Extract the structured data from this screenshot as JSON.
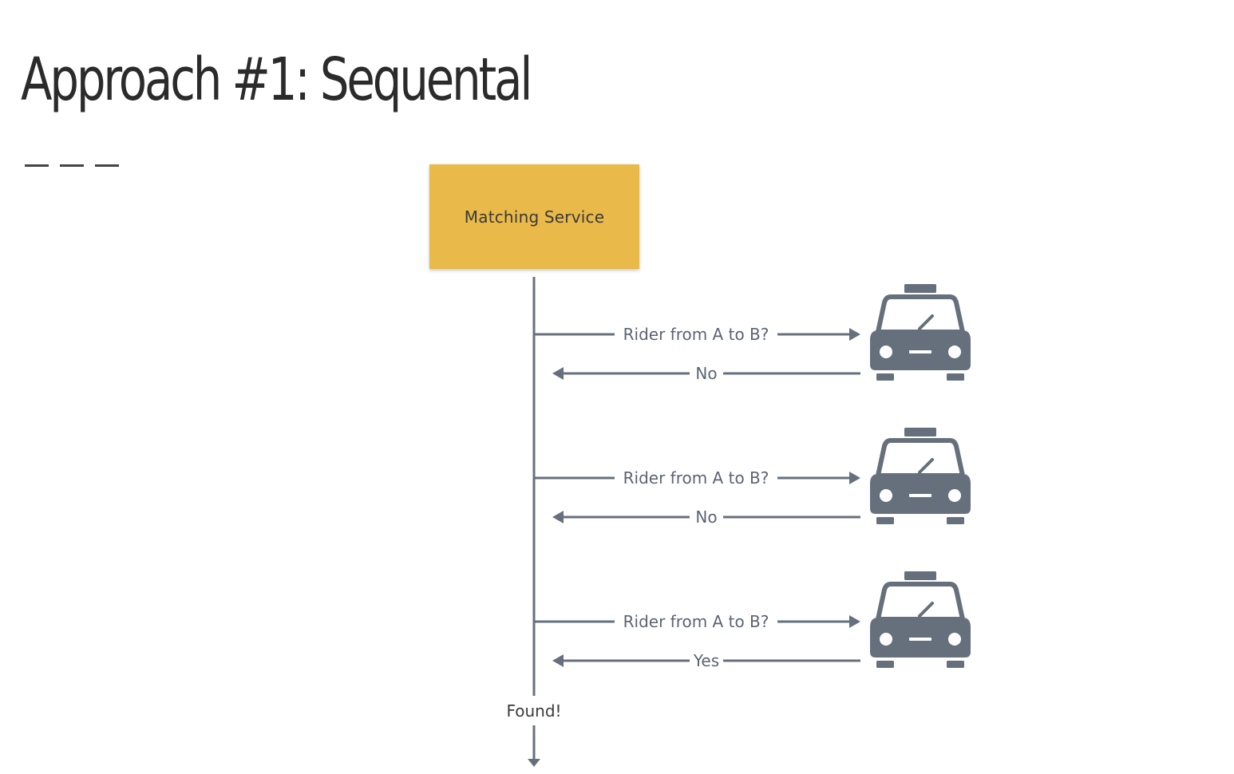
{
  "slide": {
    "title": "Approach #1: Sequental"
  },
  "diagram": {
    "service_label": "Matching Service",
    "exchanges": [
      {
        "request": "Rider from A to B?",
        "response": "No"
      },
      {
        "request": "Rider from A to B?",
        "response": "No"
      },
      {
        "request": "Rider from A to B?",
        "response": "Yes"
      }
    ],
    "result_label": "Found!",
    "driver_icon": "taxi-icon",
    "colors": {
      "service_box": "#e9b949",
      "line": "#66707d",
      "icon": "#66707d"
    }
  }
}
